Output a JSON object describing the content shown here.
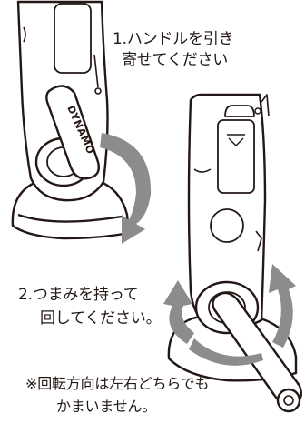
{
  "step1": {
    "line1": "1.ハンドルを引き",
    "line2": "寄せてください"
  },
  "step2": {
    "line1": "2.つまみを持って",
    "line2": "回してください。"
  },
  "note": {
    "line1": "※回転方向は左右どちらでも",
    "line2": "かまいません。"
  },
  "device_label": "DYNAMO",
  "colors": {
    "ink": "#231815",
    "arrow_gray": "#8c8c8c",
    "paper": "#ffffff"
  }
}
